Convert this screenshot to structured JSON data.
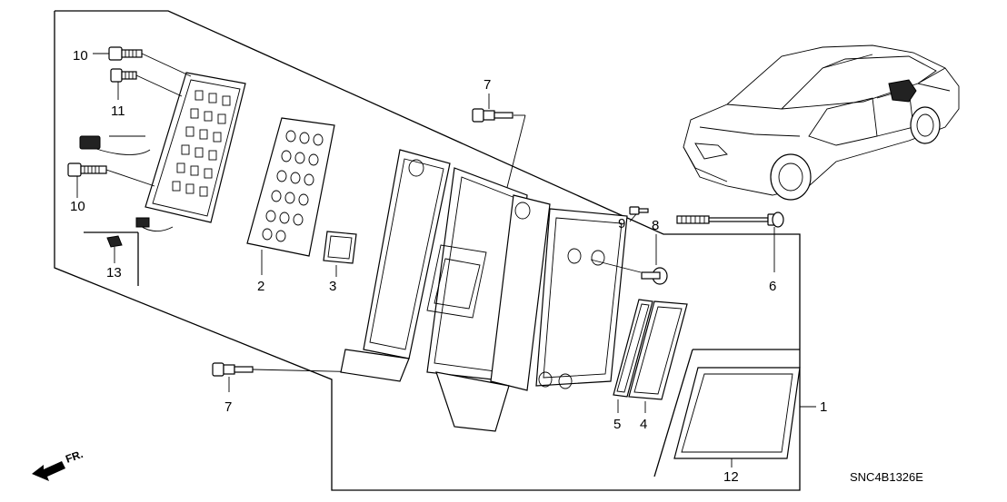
{
  "diagram": {
    "code": "SNC4B1326E",
    "direction_label": "FR.",
    "callouts": [
      {
        "id": "c10a",
        "text": "10"
      },
      {
        "id": "c11",
        "text": "11"
      },
      {
        "id": "c10b",
        "text": "10"
      },
      {
        "id": "c13",
        "text": "13"
      },
      {
        "id": "c2",
        "text": "2"
      },
      {
        "id": "c3",
        "text": "3"
      },
      {
        "id": "c7a",
        "text": "7"
      },
      {
        "id": "c7b",
        "text": "7"
      },
      {
        "id": "c9",
        "text": "9"
      },
      {
        "id": "c8",
        "text": "8"
      },
      {
        "id": "c6",
        "text": "6"
      },
      {
        "id": "c1",
        "text": "1"
      },
      {
        "id": "c5",
        "text": "5"
      },
      {
        "id": "c4",
        "text": "4"
      },
      {
        "id": "c12",
        "text": "12"
      }
    ]
  }
}
